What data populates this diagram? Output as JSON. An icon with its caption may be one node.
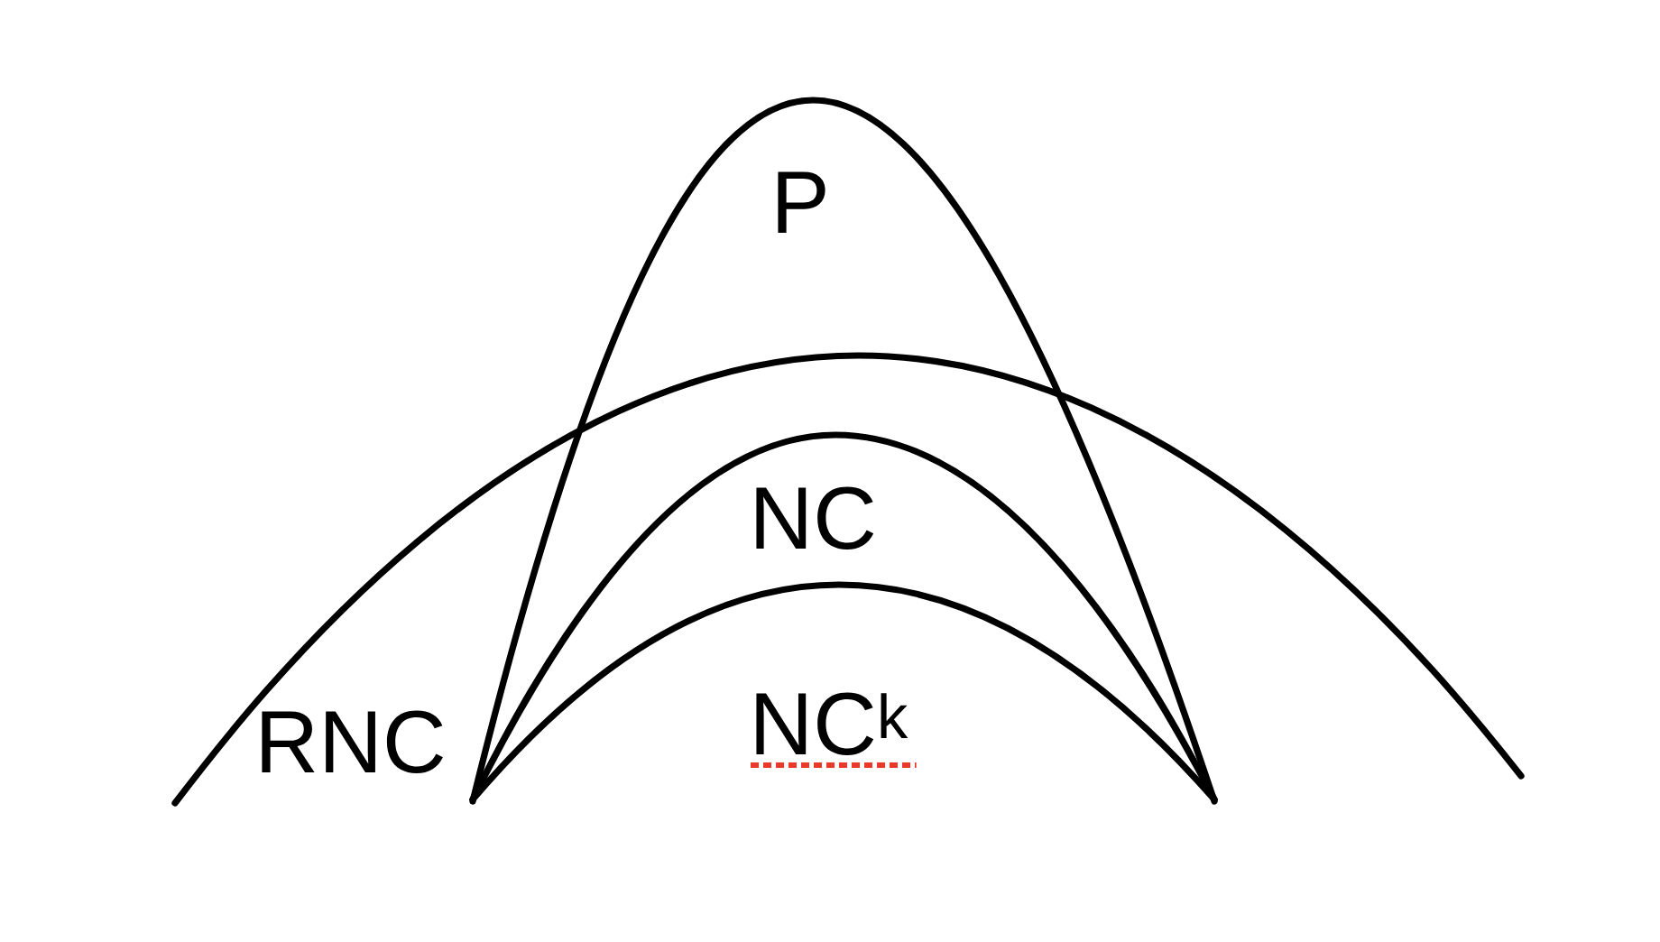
{
  "diagram": {
    "nodes": [
      {
        "text": [
          "P"
        ]
      },
      {
        "text": [
          "RNC"
        ]
      },
      {
        "text": [
          "NC"
        ]
      },
      {
        "text": [
          "NC$^{k}$"
        ],
        "in": 2
      }
    ]
  }
}
